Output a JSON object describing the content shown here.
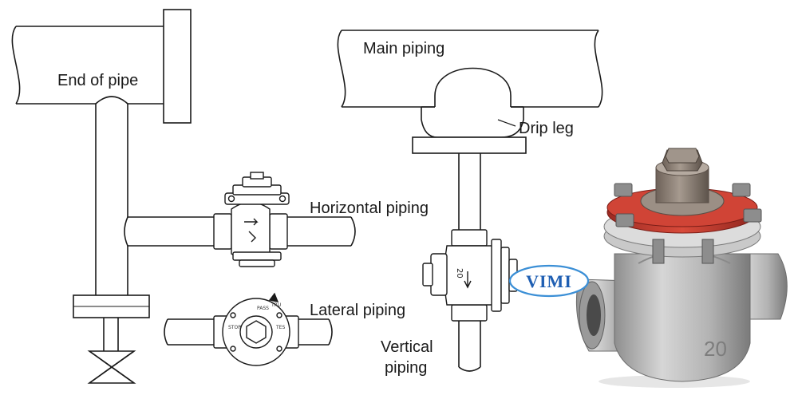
{
  "labels": {
    "end_of_pipe": "End of pipe",
    "main_piping": "Main piping",
    "drip_leg": "Drip leg",
    "horizontal_piping": "Horizontal piping",
    "lateral_piping": "Lateral piping",
    "vertical_piping_line1": "Vertical",
    "vertical_piping_line2": "piping"
  },
  "watermark": {
    "text": "VIMI",
    "color": "#1f5fb3"
  },
  "trap_markings": {
    "size": "20",
    "body_size": "20",
    "dial_pass": "PASS",
    "dial_test": "TES",
    "dial_stop": "STOP",
    "dial_tru": "TRU"
  },
  "colors": {
    "line": "#1a1a1a",
    "product_body": "#a9a9a9",
    "product_flange": "#c0392b"
  }
}
